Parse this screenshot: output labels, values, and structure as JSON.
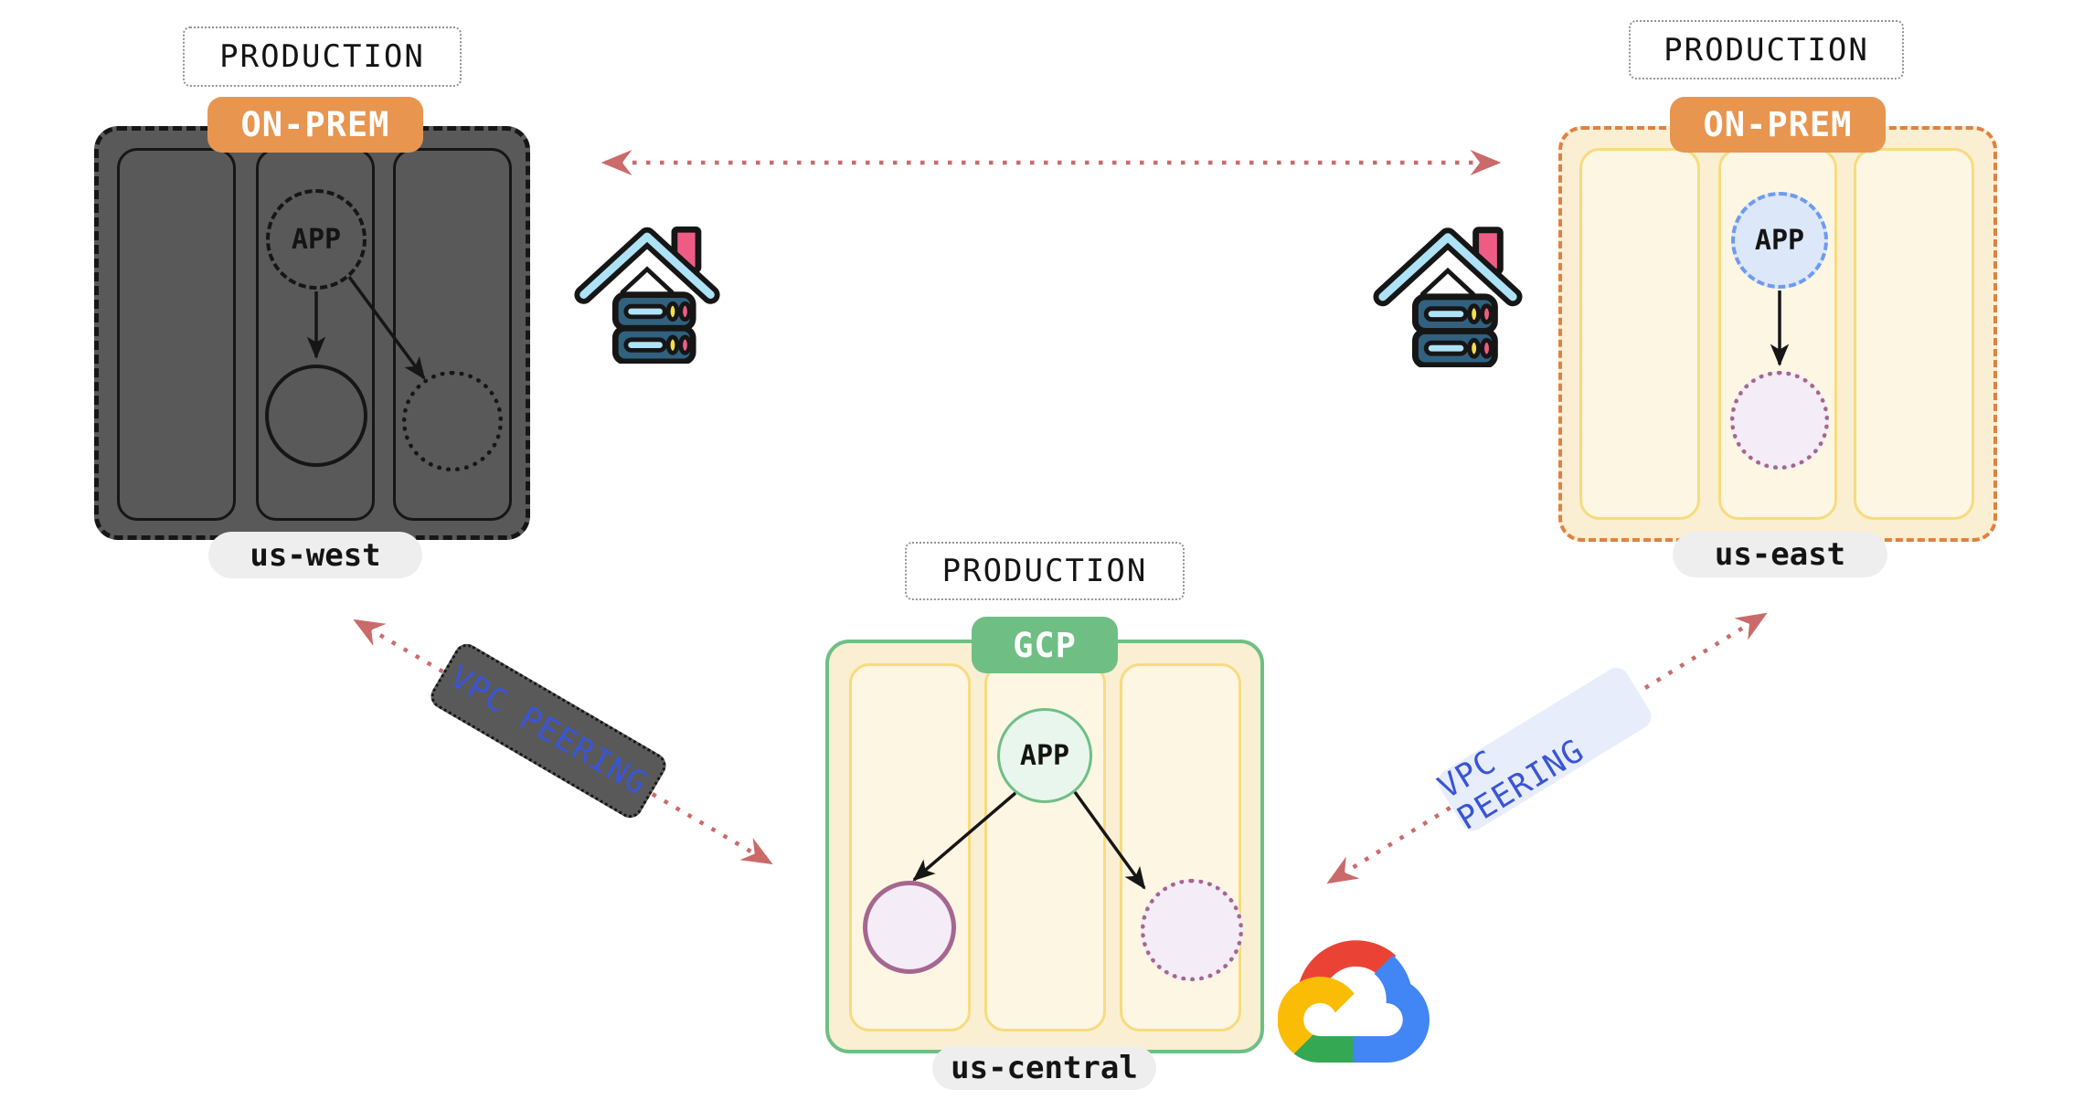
{
  "environments": [
    {
      "id": "us-west",
      "environment_label": "PRODUCTION",
      "provider_label": "ON-PREM",
      "region_label": "us-west",
      "app_label": "APP",
      "theme": "dark",
      "icon": "home-datacenter-icon"
    },
    {
      "id": "us-east",
      "environment_label": "PRODUCTION",
      "provider_label": "ON-PREM",
      "region_label": "us-east",
      "app_label": "APP",
      "theme": "cream-orange",
      "icon": "home-datacenter-icon"
    },
    {
      "id": "us-central",
      "environment_label": "PRODUCTION",
      "provider_label": "GCP",
      "region_label": "us-central",
      "app_label": "APP",
      "theme": "cream-green",
      "icon": "google-cloud-icon"
    }
  ],
  "connections": [
    {
      "from": "us-west",
      "to": "us-east",
      "label": "",
      "style": "red-dotted-double-arrow"
    },
    {
      "from": "us-west",
      "to": "us-central",
      "label": "VPC PEERING",
      "style": "red-dotted-double-arrow"
    },
    {
      "from": "us-central",
      "to": "us-east",
      "label": "VPC PEERING",
      "style": "red-dotted-double-arrow"
    }
  ],
  "colors": {
    "onprem_badge": "#E8954F",
    "gcp_badge": "#6FBF85",
    "dark_box_fill": "#595959",
    "dark_outline": "#161616",
    "cream_box_fill": "#FAEFD2",
    "cream_column_fill": "#FDF6E3",
    "yellow_border": "#F7DB7E",
    "orange_dashed_border": "#DF8143",
    "green_border": "#6FBF85",
    "app_blue_fill": "#DDE7FA",
    "app_blue_border": "#6D9BF1",
    "app_green_fill": "#E9F6ED",
    "db_purple_fill": "#F4ECF6",
    "db_purple_border": "#A5678F",
    "arrow_red": "#CB6A6A",
    "peering_text_blue": "#3A55D5",
    "peering_label_dark_bg": "#595959",
    "peering_label_light_bg": "#E7EDFB",
    "region_pill_bg": "#EEEEEE"
  }
}
